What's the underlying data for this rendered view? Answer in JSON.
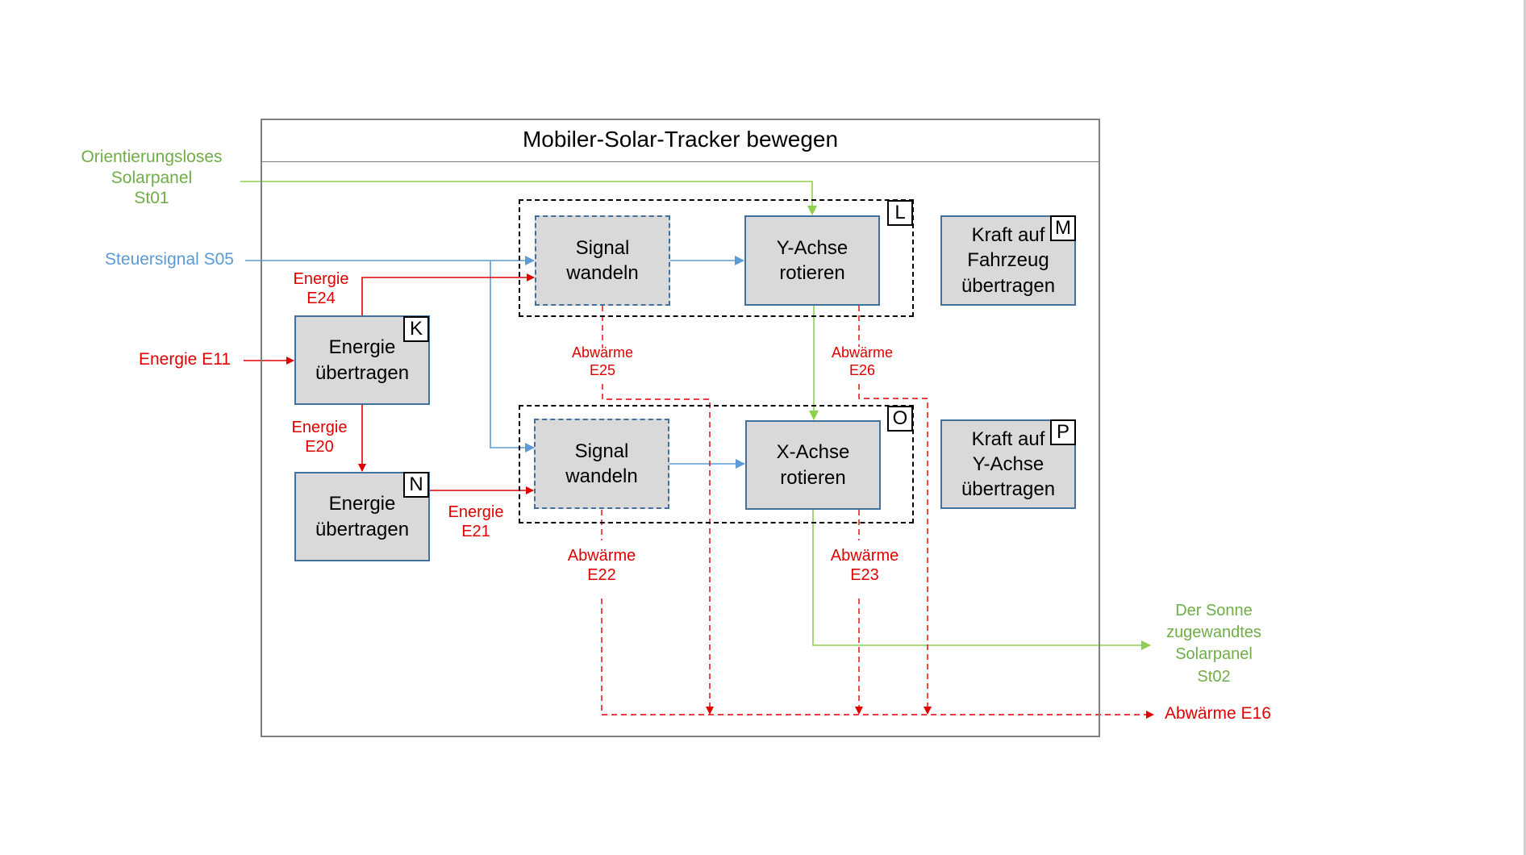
{
  "title": "Mobiler-Solar-Tracker bewegen",
  "colors": {
    "energy": "#e00000",
    "material": "#70ad47",
    "signal": "#5b9bd5",
    "box_fill": "#d9d9d9",
    "box_border": "#41719c",
    "frame": "#7f7f7f"
  },
  "inputs": {
    "st01": [
      "Orientierungsloses",
      "Solarpanel",
      "St01"
    ],
    "s05": "Steuersignal S05",
    "e11": "Energie E11"
  },
  "outputs": {
    "st02": [
      "Der Sonne",
      "zugewandtes",
      "Solarpanel",
      "St02"
    ],
    "e16": "Abwärme E16"
  },
  "functions": {
    "K": {
      "tag": "K",
      "lines": [
        "Energie",
        "übertragen"
      ]
    },
    "N": {
      "tag": "N",
      "lines": [
        "Energie",
        "übertragen"
      ]
    },
    "L_signal": {
      "lines": [
        "Signal",
        "wandeln"
      ]
    },
    "L_rotate": {
      "lines": [
        "Y-Achse",
        "rotieren"
      ]
    },
    "O_signal": {
      "lines": [
        "Signal",
        "wandeln"
      ]
    },
    "O_rotate": {
      "lines": [
        "X-Achse",
        "rotieren"
      ]
    },
    "M": {
      "tag": "M",
      "lines": [
        "Kraft auf",
        "Fahrzeug",
        "übertragen"
      ]
    },
    "P": {
      "tag": "P",
      "lines": [
        "Kraft auf",
        "Y-Achse",
        "übertragen"
      ]
    }
  },
  "groups": {
    "L": "L",
    "O": "O"
  },
  "flows": {
    "e24": [
      "Energie",
      "E24"
    ],
    "e20": [
      "Energie",
      "E20"
    ],
    "e21": [
      "Energie",
      "E21"
    ],
    "e25": [
      "Abwärme",
      "E25"
    ],
    "e26": [
      "Abwärme",
      "E26"
    ],
    "e22": [
      "Abwärme",
      "E22"
    ],
    "e23": [
      "Abwärme",
      "E23"
    ]
  }
}
